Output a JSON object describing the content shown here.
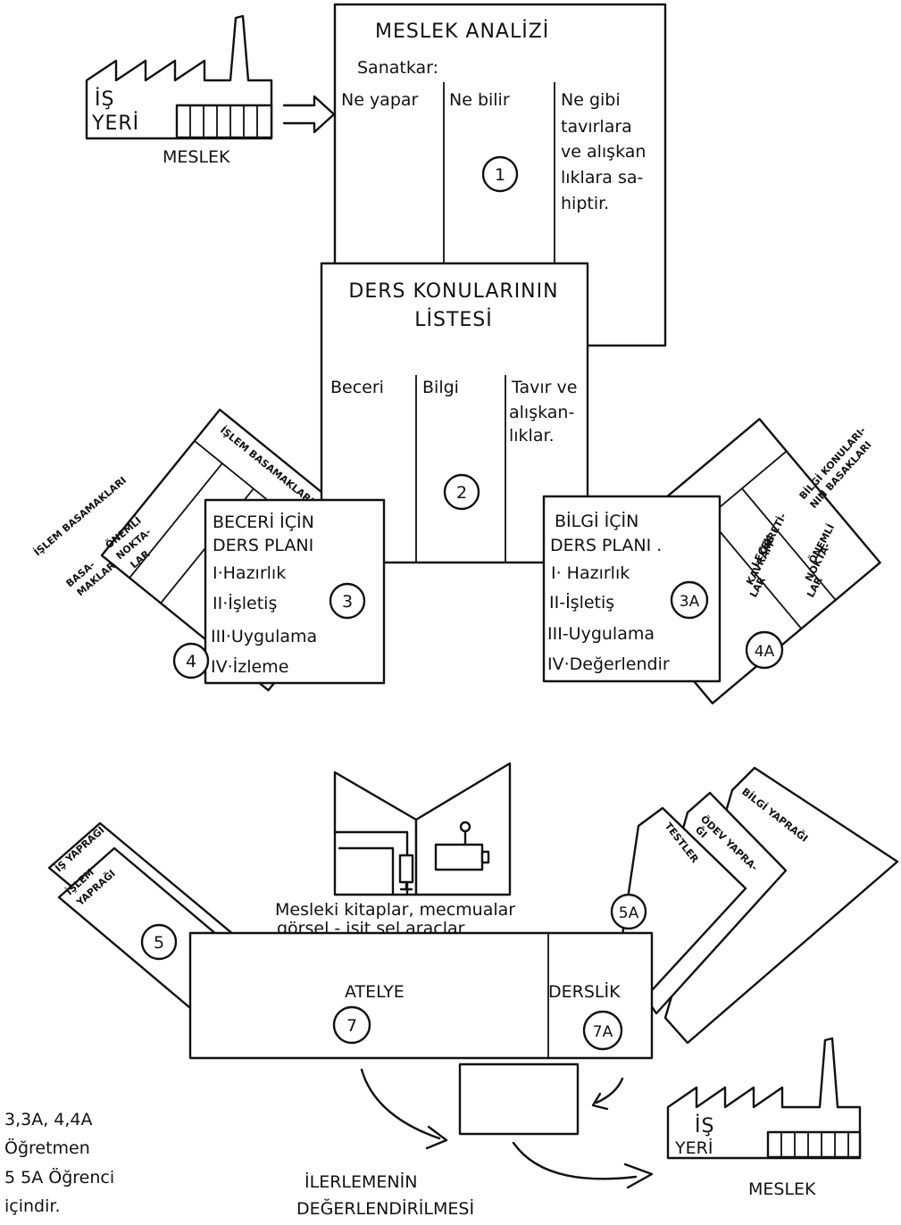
{
  "factory_top": {
    "label_line1": "İŞ",
    "label_line2": "YERİ",
    "caption": "MESLEK"
  },
  "analysis": {
    "title": "MESLEK ANALİZİ",
    "subtitle": "Sanatkar:",
    "col1": "Ne yapar",
    "col2": "Ne bilir",
    "col3_lines": [
      "Ne gibi",
      "tavırlara",
      "ve alışkan",
      "lıklara sa-",
      "hiptir."
    ],
    "number": "1"
  },
  "topics": {
    "title_line1": "DERS KONULARININ",
    "title_line2": "LİSTESİ",
    "col1": "Beceri",
    "col2": "Bilgi",
    "col3_lines": [
      "Tavır ve",
      "alışkan-",
      "lıklar."
    ],
    "number": "2"
  },
  "skill_plan": {
    "title_line1": "BECERİ İÇİN",
    "title_line2": "DERS PLANI",
    "steps": [
      "I·Hazırlık",
      "II·İşletiş",
      "III·Uygulama",
      "IV·İzleme"
    ],
    "number": "3"
  },
  "knowledge_plan": {
    "title_line1": "BİLGİ İÇİN",
    "title_line2": "DERS PLANI .",
    "steps": [
      "I· Hazırlık",
      "II-İşletiş",
      "III-Uygulama",
      "IV·Değerlendir"
    ],
    "number": "3A"
  },
  "left_sheet": {
    "header": "İŞLEM BASAMAKLARI",
    "col1_lines": [
      "BASA-",
      "MAKLAR"
    ],
    "col2_lines": [
      "ÖNEMLİ",
      "NOKTA-",
      "LAR"
    ],
    "number": "4"
  },
  "right_sheet": {
    "header_lines": [
      "BİLGİ KONULARI-",
      "NIN BASAKLARI"
    ],
    "col1_lines": [
      "ÖĞRETİ-",
      "LECEK",
      "KAVRAM-",
      "LAR"
    ],
    "col2_lines": [
      "ÖNEMLİ",
      "NOKTA-",
      "LAR"
    ],
    "number": "4A"
  },
  "resources": {
    "caption_line1": "Mesleki  kitaplar, mecmualar",
    "caption_line2": "görsel - işit sel  araçlar"
  },
  "workshop": {
    "label": "ATELYE",
    "number": "7",
    "sheets_number": "5",
    "sheet_back": "İŞ YAPRAĞI",
    "sheet_front": [
      "İŞLEM",
      "YAPRAĞI"
    ]
  },
  "classroom": {
    "label": "DERSLİK",
    "number": "7A",
    "sheets_number": "5A",
    "sheet_tests": "TESTLER",
    "sheet_homework": [
      "ÖDEV YAPRA-",
      "ĞI"
    ],
    "sheet_info": "BİLGİ YAPRAĞI"
  },
  "note": {
    "lines": [
      "3,3A, 4,4A",
      "Öğretmen",
      "5  5A  Öğrenci",
      "içindir."
    ]
  },
  "progress": {
    "line1": "İLERLEMENİN",
    "line2": "DEĞERLENDİRİLMESİ"
  },
  "factory_bottom": {
    "label_line1": "İŞ",
    "label_line2": "YERİ",
    "caption": "MESLEK"
  }
}
